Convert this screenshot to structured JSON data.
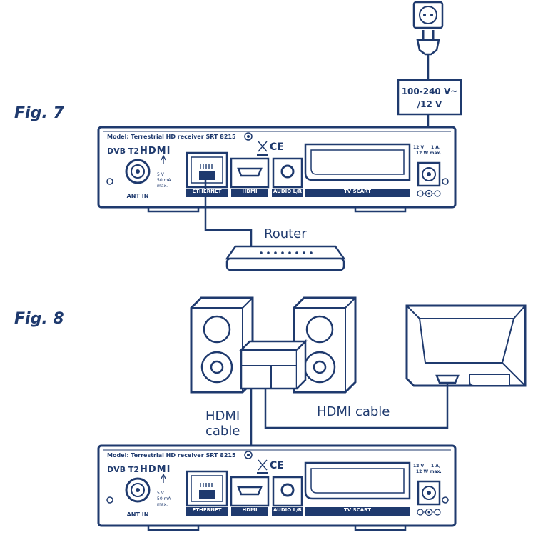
{
  "figures": {
    "fig7": {
      "label": "Fig. 7",
      "psu_line1": "100-240 V~",
      "psu_line2": "/12 V",
      "router_label": "Router"
    },
    "fig8": {
      "label": "Fig. 8",
      "cable_label_1_line1": "HDMI",
      "cable_label_1_line2": "cable",
      "cable_label_2": "HDMI cable"
    }
  },
  "receiver": {
    "model": "Model: Terrestrial HD receiver SRT 8215",
    "dvb_logo": "DVB T2",
    "hdmi_logo": "HDMI",
    "ce_mark": "CE",
    "antenna_spec_line1": "5 V",
    "antenna_spec_line2": "50 mA",
    "antenna_spec_line3": "max.",
    "power_spec_line1": "12 V",
    "power_spec_line1_tail": "1 A,",
    "power_spec_line2": "12 W max.",
    "ports": {
      "ant_in": "ANT IN",
      "ethernet": "ETHERNET",
      "hdmi": "HDMI",
      "audio": "AUDIO L/R",
      "scart": "TV SCART"
    }
  },
  "colors": {
    "line": "#1f3a6e",
    "fill": "#ffffff",
    "shade": "#e6eaf1"
  }
}
